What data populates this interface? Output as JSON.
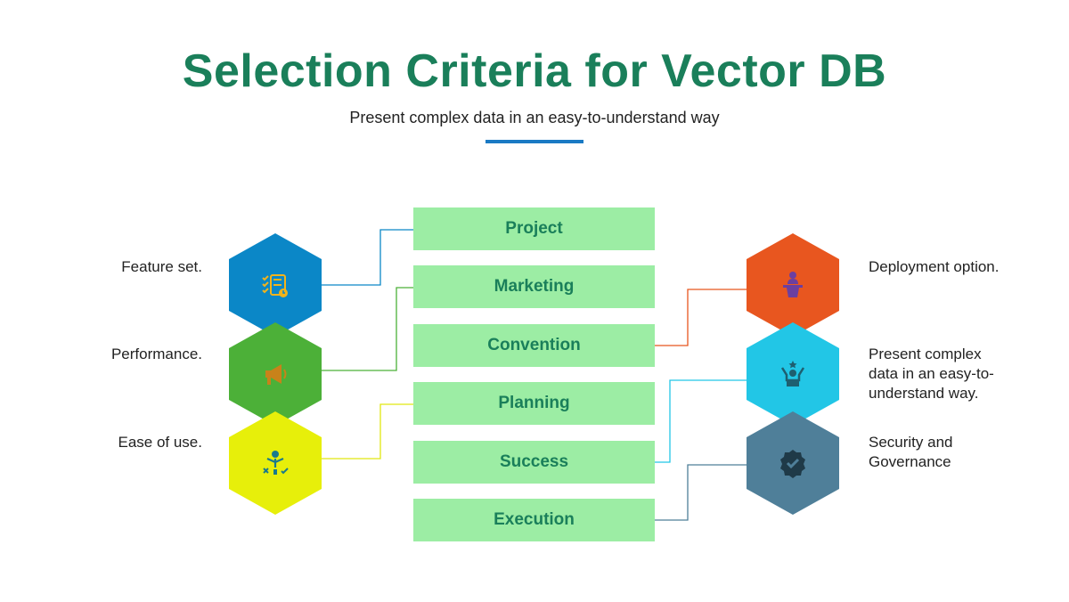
{
  "header": {
    "title": "Selection Criteria for Vector DB",
    "subtitle": "Present complex data in an easy-to-understand way"
  },
  "colors": {
    "title": "#1a7f5a",
    "underline": "#1a7ac4",
    "bar_fill": "#9ceda4",
    "hex_blue": "#0b87c7",
    "hex_green": "#4cb038",
    "hex_yellow": "#e7ef0a",
    "hex_orange": "#e8561f",
    "hex_cyan": "#22c6e6",
    "hex_slate": "#4f7f99"
  },
  "bars": [
    {
      "label": "Project"
    },
    {
      "label": "Marketing"
    },
    {
      "label": "Convention"
    },
    {
      "label": "Planning"
    },
    {
      "label": "Success"
    },
    {
      "label": "Execution"
    }
  ],
  "left_items": [
    {
      "label": "Feature set.",
      "icon": "checklist-icon"
    },
    {
      "label": "Performance.",
      "icon": "megaphone-icon"
    },
    {
      "label": "Ease of use.",
      "icon": "decision-person-icon"
    }
  ],
  "right_items": [
    {
      "label": "Deployment option.",
      "icon": "speaker-podium-icon"
    },
    {
      "label": "Present complex data in an easy-to-understand way.",
      "icon": "winner-icon"
    },
    {
      "label": "Security and Governance",
      "icon": "verified-badge-icon"
    }
  ]
}
